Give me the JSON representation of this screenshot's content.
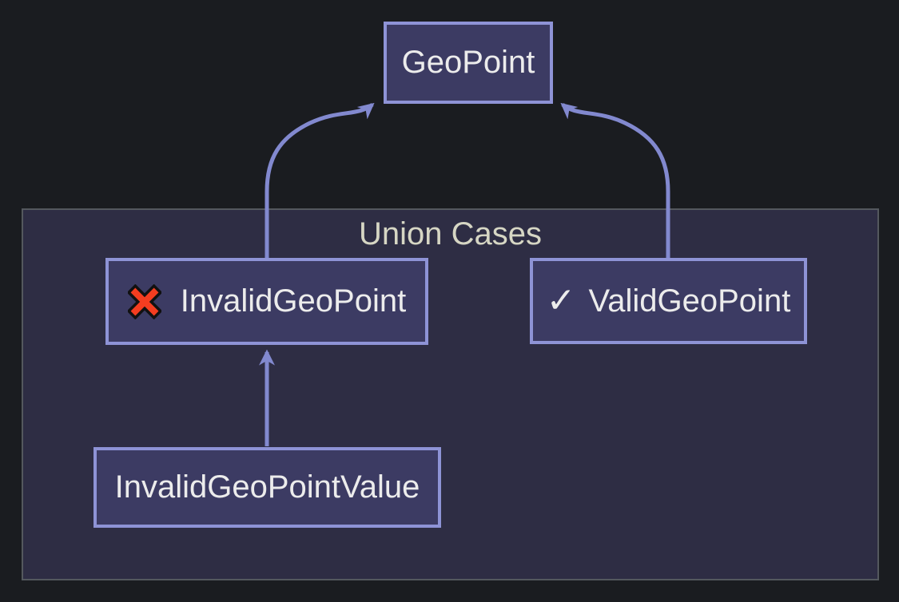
{
  "diagram": {
    "type": "flowchart-union-hierarchy",
    "container": {
      "title": "Union Cases"
    },
    "nodes": {
      "geopoint": {
        "label": "GeoPoint"
      },
      "invalid_geopoint": {
        "label": "InvalidGeoPoint",
        "icon": "cross-mark"
      },
      "valid_geopoint": {
        "label": "ValidGeoPoint",
        "icon": "check-mark",
        "check_glyph": "✓"
      },
      "invalid_geopoint_value": {
        "label": "InvalidGeoPointValue"
      }
    },
    "edges": [
      {
        "from": "InvalidGeoPoint",
        "to": "GeoPoint",
        "style": "curved-arrow"
      },
      {
        "from": "ValidGeoPoint",
        "to": "GeoPoint",
        "style": "curved-arrow"
      },
      {
        "from": "InvalidGeoPointValue",
        "to": "InvalidGeoPoint",
        "style": "straight-arrow"
      }
    ],
    "colors": {
      "background": "#1a1c20",
      "container_bg": "#2e2d44",
      "container_border": "#54585e",
      "node_fill": "#3c3b63",
      "node_border": "#8e93d6",
      "edge": "#8289cf",
      "node_text": "#ececec",
      "title_text": "#d6d6c4",
      "cross_red": "#f43d20",
      "cross_outline": "#111111"
    }
  }
}
